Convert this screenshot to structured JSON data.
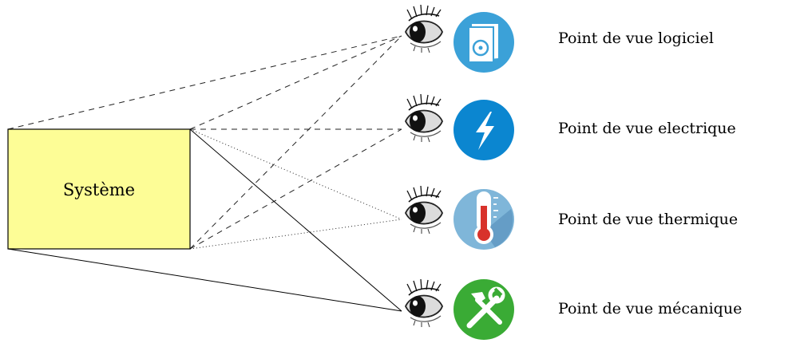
{
  "system": {
    "label": "Système",
    "fill_color": "#fdfd96"
  },
  "viewpoints": [
    {
      "id": "logiciel",
      "label": "Point de vue logiciel",
      "icon": "software-box-icon",
      "color": "#3ba1d8",
      "line_style": "dashed"
    },
    {
      "id": "electrique",
      "label": "Point de vue electrique",
      "icon": "lightning-icon",
      "color": "#0b86d0",
      "line_style": "dashed"
    },
    {
      "id": "thermique",
      "label": "Point de vue thermique",
      "icon": "thermometer-icon",
      "color": "#7fb6d9",
      "line_style": "dotted"
    },
    {
      "id": "mecanique",
      "label": "Point de vue mécanique",
      "icon": "tools-icon",
      "color": "#3aab35",
      "line_style": "solid"
    }
  ]
}
